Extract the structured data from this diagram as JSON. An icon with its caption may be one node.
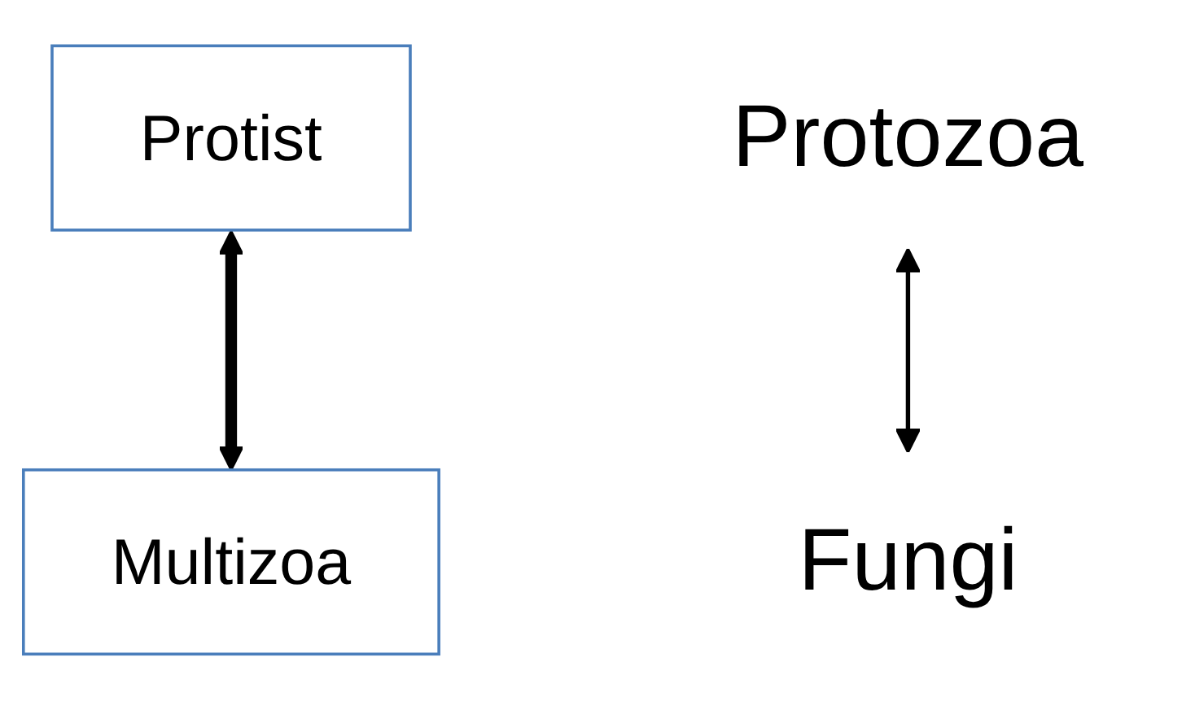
{
  "diagram": {
    "nodes": [
      {
        "text": [
          "Protist"
        ]
      },
      {
        "text": [
          "Protozoa"
        ]
      },
      {
        "text": [
          "Fungi"
        ]
      },
      {
        "text": [
          "Multizoa"
        ]
      }
    ],
    "edges": [
      {
        "from": 0,
        "to": 3,
        "arrow": "both",
        "style": "thick"
      },
      {
        "from": 1,
        "to": 2,
        "arrow": "both"
      }
    ]
  }
}
